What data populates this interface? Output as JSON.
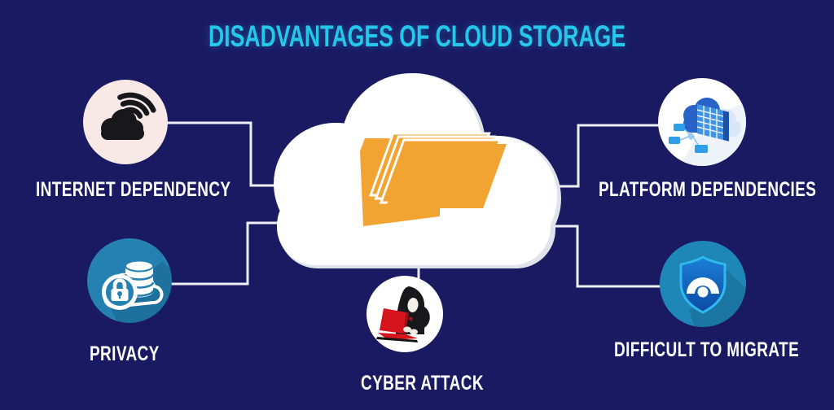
{
  "title": "DISADVANTAGES OF CLOUD STORAGE",
  "center": {
    "icon": "cloud-folder-icon"
  },
  "items": [
    {
      "id": "internet-dependency",
      "label": "INTERNET DEPENDENCY",
      "icon": "wifi-cloud-icon"
    },
    {
      "id": "privacy",
      "label": "PRIVACY",
      "icon": "database-lock-icon"
    },
    {
      "id": "cyber-attack",
      "label": "CYBER ATTACK",
      "icon": "hacker-laptop-icon"
    },
    {
      "id": "platform-dependencies",
      "label": "PLATFORM DEPENDENCIES",
      "icon": "cloud-server-icon"
    },
    {
      "id": "difficult-to-migrate",
      "label": "DIFFICULT TO MIGRATE",
      "icon": "shield-gauge-icon"
    }
  ],
  "colors": {
    "bg": "#1a1a63",
    "accent": "#25c8ea",
    "label": "#ffffff",
    "connector": "#eef0f6",
    "circle-pink": "#f8e9e7",
    "circle-teal": "#2481b2",
    "circle-teal2": "#1f86b8",
    "circle-white": "#ffffff",
    "icon-black": "#17171c",
    "folder-orange": "#f2a433",
    "laptop-red": "#d6141e",
    "cloud-blue": "#2a63c8",
    "server-blue": "#3f93e6",
    "node-blue": "#2f9de8",
    "shield-border": "#2fb9ee"
  }
}
